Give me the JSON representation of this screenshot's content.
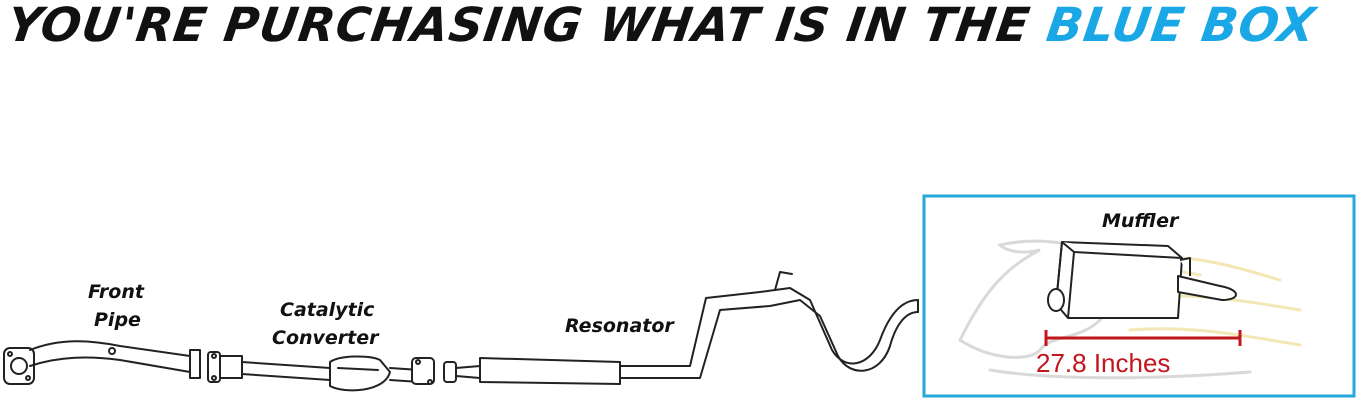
{
  "headline": {
    "text": "YOU'RE PURCHASING WHAT IS IN THE ",
    "highlight": "BLUE BOX",
    "highlight_color": "#1aa7e6"
  },
  "parts": {
    "front_pipe": [
      "Front",
      "Pipe"
    ],
    "catalytic_converter": [
      "Catalytic",
      "Converter"
    ],
    "resonator": "Resonator",
    "muffler": "Muffler"
  },
  "measurement": {
    "text": "27.8 Inches",
    "color": "#c0161c"
  },
  "box_color": "#25a9d8"
}
